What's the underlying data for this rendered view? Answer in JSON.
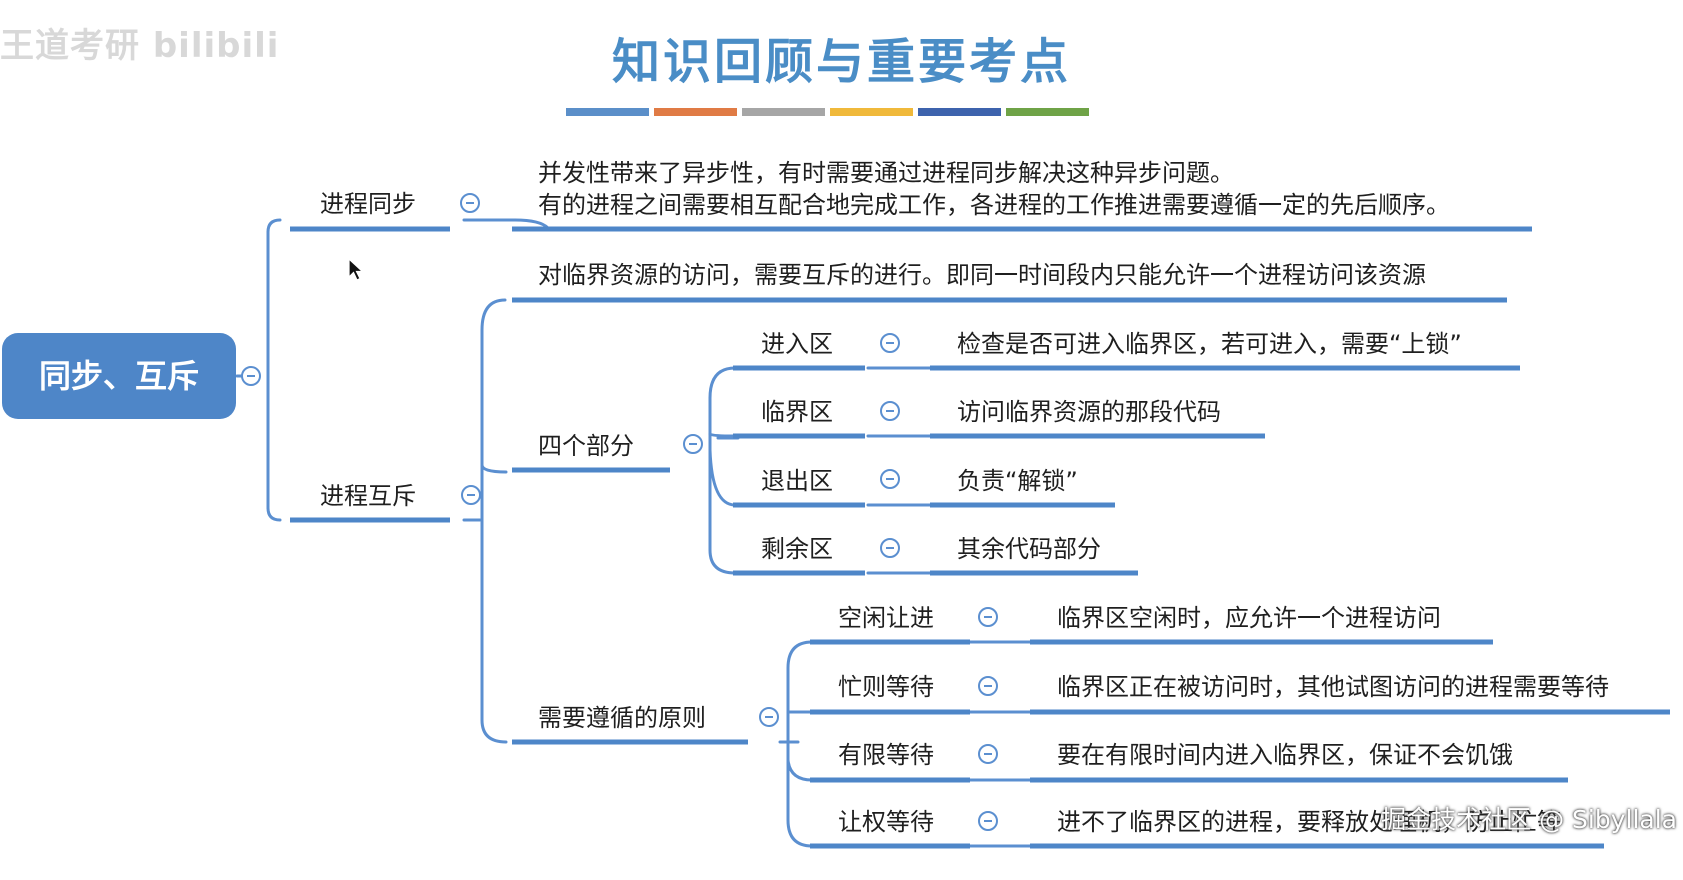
{
  "title": "知识回顾与重要考点",
  "title_bar_colors": [
    "#5b8fc9",
    "#e07b45",
    "#a6a6a6",
    "#f0b93b",
    "#3d63ad",
    "#6fa347"
  ],
  "watermark_top_left": "王道考研 bilibili",
  "watermark_bottom_right": "掘金技术社区 @ Sibyllala",
  "accent_color": "#4e86c8",
  "line_color": "#5b8fd0",
  "root": {
    "label": "同步、互斥"
  },
  "sync": {
    "label": "进程同步",
    "desc_line1": "并发性带来了异步性，有时需要通过进程同步解决这种异步问题。",
    "desc_line2": "有的进程之间需要相互配合地完成工作，各进程的工作推进需要遵循一定的先后顺序。"
  },
  "mutex": {
    "label": "进程互斥",
    "desc": "对临界资源的访问，需要互斥的进行。即同一时间段内只能允许一个进程访问该资源",
    "parts": {
      "label": "四个部分",
      "items": [
        {
          "label": "进入区",
          "desc": "检查是否可进入临界区，若可进入，需要“上锁”"
        },
        {
          "label": "临界区",
          "desc": "访问临界资源的那段代码"
        },
        {
          "label": "退出区",
          "desc": "负责“解锁”"
        },
        {
          "label": "剩余区",
          "desc": "其余代码部分"
        }
      ]
    },
    "principles": {
      "label": "需要遵循的原则",
      "items": [
        {
          "label": "空闲让进",
          "desc": "临界区空闲时，应允许一个进程访问"
        },
        {
          "label": "忙则等待",
          "desc": "临界区正在被访问时，其他试图访问的进程需要等待"
        },
        {
          "label": "有限等待",
          "desc": "要在有限时间内进入临界区，保证不会饥饿"
        },
        {
          "label": "让权等待",
          "desc": "进不了临界区的进程，要释放处理机，防止忙等"
        }
      ]
    }
  }
}
